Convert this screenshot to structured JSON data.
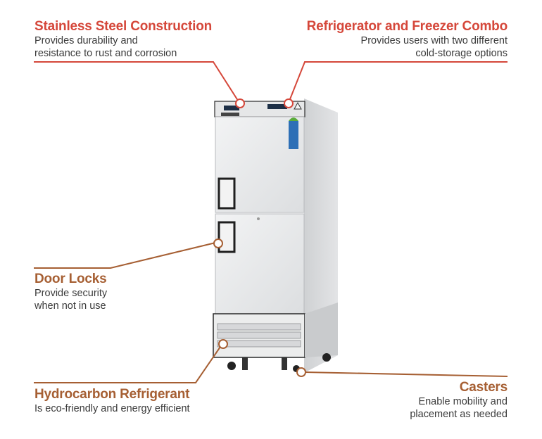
{
  "callouts": {
    "stainless": {
      "title": "Stainless Steel Construction",
      "desc_line1": "Provides durability and",
      "desc_line2": "resistance to rust and corrosion"
    },
    "combo": {
      "title": "Refrigerator and Freezer Combo",
      "desc_line1": "Provides users with two different",
      "desc_line2": "cold-storage options"
    },
    "locks": {
      "title": "Door Locks",
      "desc_line1": "Provide security",
      "desc_line2": "when not in use"
    },
    "hydrocarbon": {
      "title": "Hydrocarbon Refrigerant",
      "desc_line1": "Is eco-friendly and energy efficient"
    },
    "casters": {
      "title": "Casters",
      "desc_line1": "Enable mobility and",
      "desc_line2": "placement as needed"
    }
  },
  "colors": {
    "red_accent": "#d5473a",
    "brown_accent": "#a65f33",
    "body_text": "#3a3a3a"
  },
  "product": {
    "image": "two-section-refrigerator-freezer-icon"
  }
}
